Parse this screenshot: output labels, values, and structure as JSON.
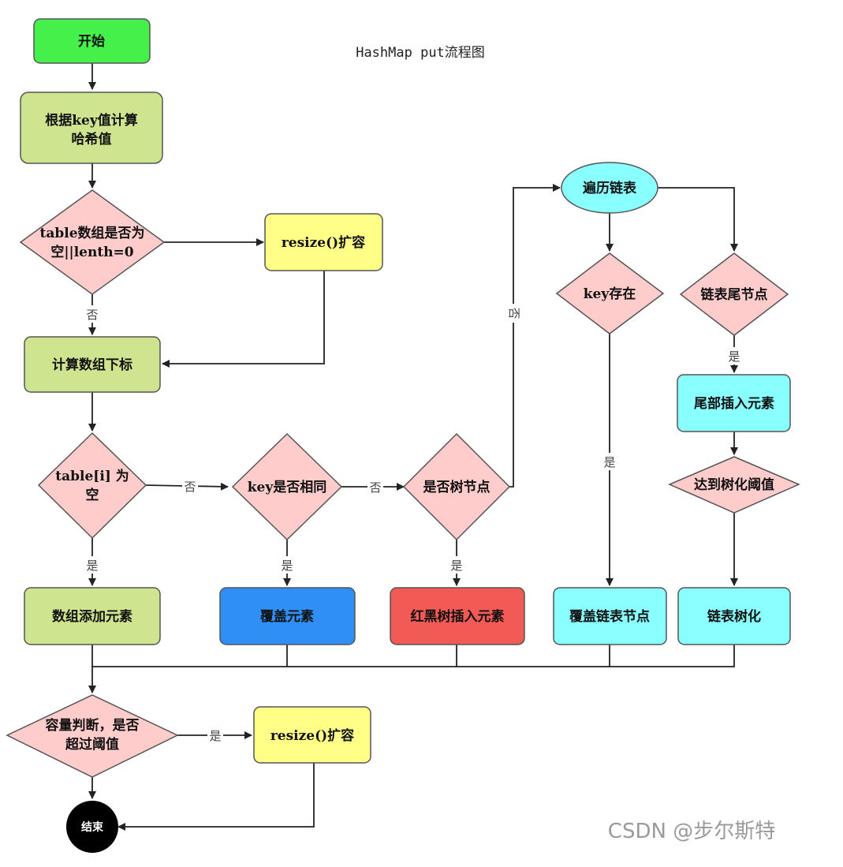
{
  "title": "HashMap put流程图",
  "watermark": "CSDN @步尔斯特",
  "colors": {
    "start": "#46f04a",
    "process": "#cfe48e",
    "decision": "#ffcccc",
    "resize": "#ffff88",
    "cover": "#2f8ff5",
    "redblack": "#f25a55",
    "list": "#8affff",
    "end": "#000000"
  },
  "nodes": {
    "start": "开始",
    "hash": [
      "根据key值计算",
      "哈希值"
    ],
    "table_empty": [
      "table数组是否为",
      "空||lenth=0"
    ],
    "resize1": "resize()扩容",
    "calc_index": "计算数组下标",
    "slot_empty": [
      "table[i] 为",
      "空"
    ],
    "key_same": "key是否相同",
    "is_tree": "是否树节点",
    "add_elem": "数组添加元素",
    "cover_elem": "覆盖元素",
    "rb_insert": "红黑树插入元素",
    "traverse": "遍历链表",
    "key_exists": "key存在",
    "tail_node": "链表尾节点",
    "tail_insert": "尾部插入元素",
    "treeify_threshold": "达到树化阈值",
    "cover_list_node": "覆盖链表节点",
    "treeify": "链表树化",
    "capacity_check": [
      "容量判断，是否",
      "超过阈值"
    ],
    "resize2": "resize()扩容",
    "end": "结束"
  },
  "edge_labels": {
    "no1": "否",
    "no2": "否",
    "no3": "否",
    "no4": "否",
    "yes1": "是",
    "yes2": "是",
    "yes3": "是",
    "yes4": "是",
    "yes5": "是",
    "yes6": "是"
  }
}
